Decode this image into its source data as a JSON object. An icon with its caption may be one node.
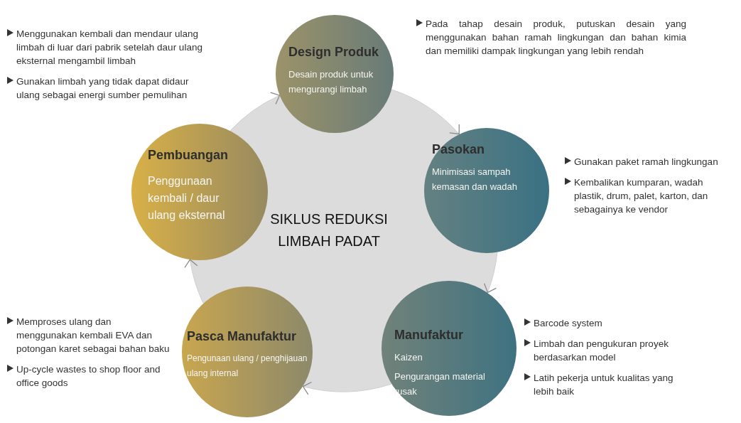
{
  "diagram": {
    "nodes": [
      {
        "text": [
          "SIKLUS REDUKSI LIMBAH PADAT"
        ]
      },
      {
        "text": [
          "Design Produk",
          "Desain produk untuk mengurangi limbah"
        ],
        "beside": [
          "Pada tahap desain produk, putuskan desain yang menggunakan bahan ramah lingkungan dan bahan kimia dan memiliki dampak lingkungan yang lebih rendah"
        ]
      },
      {
        "text": [
          "Pasokan",
          "Minimisasi sampah kemasan dan wadah"
        ],
        "beside": [
          "Gunakan paket ramah lingkungan",
          "Kembalikan kumparan, wadah plastik, drum, palet, karton, dan sebagainya ke vendor"
        ]
      },
      {
        "text": [
          "Manufaktur",
          "Kaizen",
          "Pengurangan material rusak"
        ],
        "beside": [
          "Barcode system",
          "Limbah dan pengukuran  proyek berdasarkan model",
          "Latih pekerja untuk kualitas yang lebih baik"
        ]
      },
      {
        "text": [
          "Pasca Manufaktur",
          "Pengunaan ulang / penghijauan ulang internal"
        ],
        "beside": [
          "Memproses ulang dan menggunakan kembali EVA dan potongan karet sebagai bahan baku",
          "Up-cycle wastes to shop floor and office goods"
        ]
      },
      {
        "text": [
          "Pembuangan",
          "Penggunaan kembali / daur ulang eksternal"
        ],
        "beside": [
          "Menggunakan kembali dan mendaur ulang limbah di luar dari pabrik setelah daur ulang eksternal mengambil limbah",
          "Gunakan limbah yang tidak dapat didaur ulang sebagai energi sumber pemulihan"
        ]
      }
    ],
    "edges": [
      {
        "from": 1,
        "to": 2,
        "arrow": "to"
      },
      {
        "from": 2,
        "to": 3,
        "arrow": "to"
      },
      {
        "from": 3,
        "to": 4,
        "arrow": "to"
      },
      {
        "from": 4,
        "to": 5,
        "arrow": "to"
      },
      {
        "from": 5,
        "to": 1,
        "arrow": "to"
      }
    ]
  }
}
